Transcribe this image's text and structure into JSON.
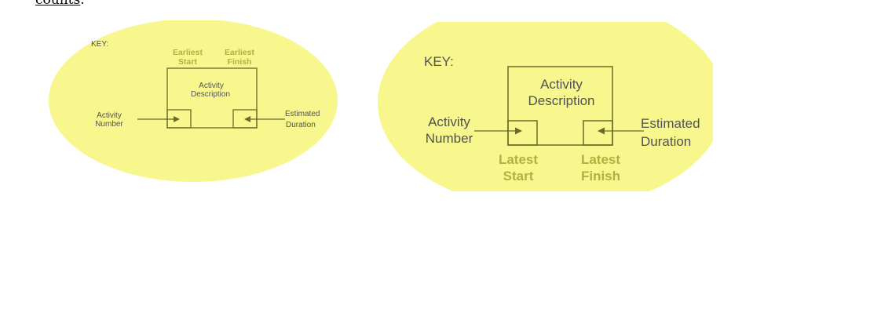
{
  "top_text": {
    "word": "counts",
    "trailing": "."
  },
  "colors": {
    "background": "#ffffff",
    "ellipse_fill": "#f8f78e",
    "line": "#6b6a2b",
    "label_text": "#525252",
    "bold_label_text": "#b3b040"
  },
  "left_key": {
    "key_label": "KEY:",
    "earliest_start": [
      "Earliest",
      "Start"
    ],
    "earliest_finish": [
      "Earliest",
      "Finish"
    ],
    "activity_description": [
      "Activity",
      "Description"
    ],
    "activity_number": [
      "Activity",
      "Number"
    ],
    "estimated_duration": [
      "Estimated",
      "Duration"
    ]
  },
  "right_key": {
    "key_label": "KEY:",
    "activity_description": [
      "Activity",
      "Description"
    ],
    "activity_number": [
      "Activity",
      "Number"
    ],
    "estimated_duration": [
      "Estimated",
      "Duration"
    ],
    "latest_start": [
      "Latest",
      "Start"
    ],
    "latest_finish": [
      "Latest",
      "Finish"
    ]
  }
}
